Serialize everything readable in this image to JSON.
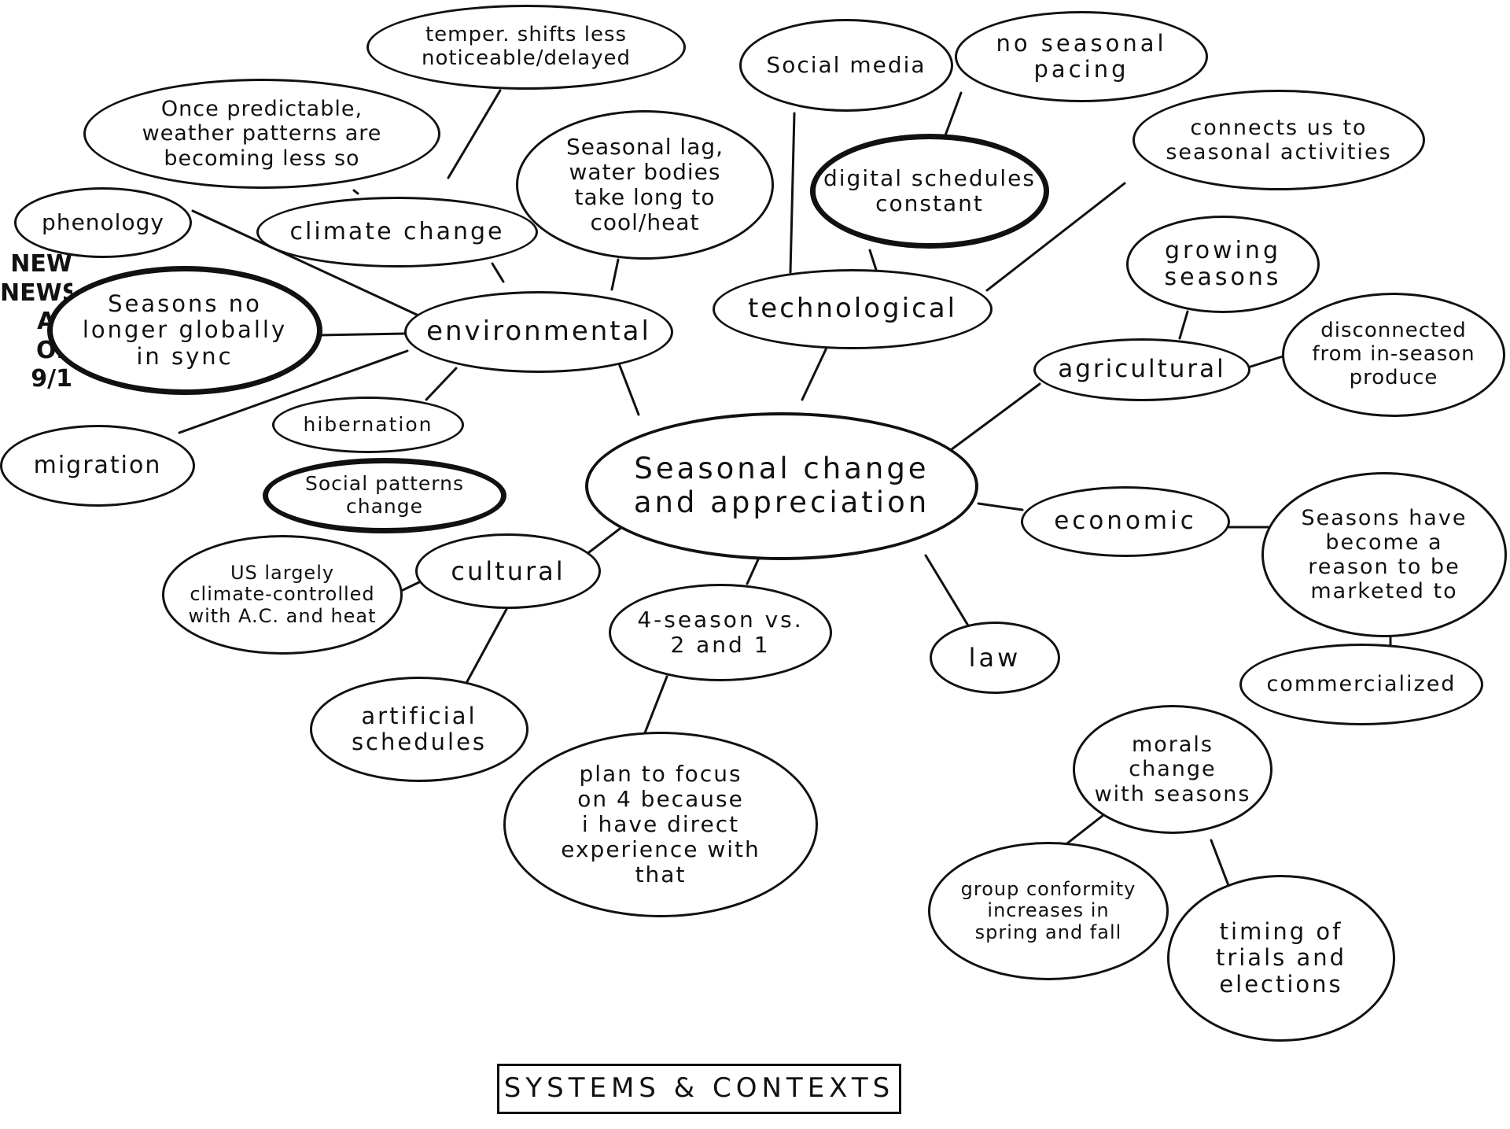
{
  "title": "SYSTEMS & CONTEXTS",
  "side_note": "NEW\nNEWS\nAS OF\n9/1",
  "center": "Seasonal change\nand appreciation",
  "categories": {
    "environmental": "environmental",
    "technological": "technological",
    "agricultural": "agricultural",
    "economic": "economic",
    "law": "law",
    "cultural": "cultural"
  },
  "notes": {
    "temper_shifts": "temper. shifts less\nnoticeable/delayed",
    "once_predictable": "Once predictable,\nweather patterns are\nbecoming less so",
    "phenology": "phenology",
    "climate_change": "climate change",
    "seasonal_lag": "Seasonal lag,\nwater bodies\ntake long to\ncool/heat",
    "seasons_not_sync": "Seasons no\nlonger globally\nin sync",
    "migration": "migration",
    "hibernation": "hibernation",
    "social_patterns": "Social patterns\nchange",
    "social_media": "Social media",
    "no_seasonal_pacing": "no seasonal\npacing",
    "digital_schedules": "digital schedules\nconstant",
    "connects_us": "connects us to\nseasonal activities",
    "growing_seasons": "growing\nseasons",
    "disconnected": "disconnected\nfrom in-season\nproduce",
    "marketed_to": "Seasons have\nbecome a\nreason to be\nmarketed to",
    "commercialized": "commercialized",
    "morals_change": "morals\nchange\nwith seasons",
    "group_conformity": "group conformity\nincreases in\nspring and fall",
    "timing_trials": "timing of\ntrials and\nelections",
    "four_season": "4-season vs.\n2 and 1",
    "plan_to_focus": "plan to focus\non 4 because\ni have direct\nexperience with\nthat",
    "us_climate": "US largely\nclimate-controlled\nwith A.C. and heat",
    "artificial_schedules": "artificial\nschedules"
  },
  "colors": {
    "ink": "#111111",
    "paper": "#ffffff"
  }
}
